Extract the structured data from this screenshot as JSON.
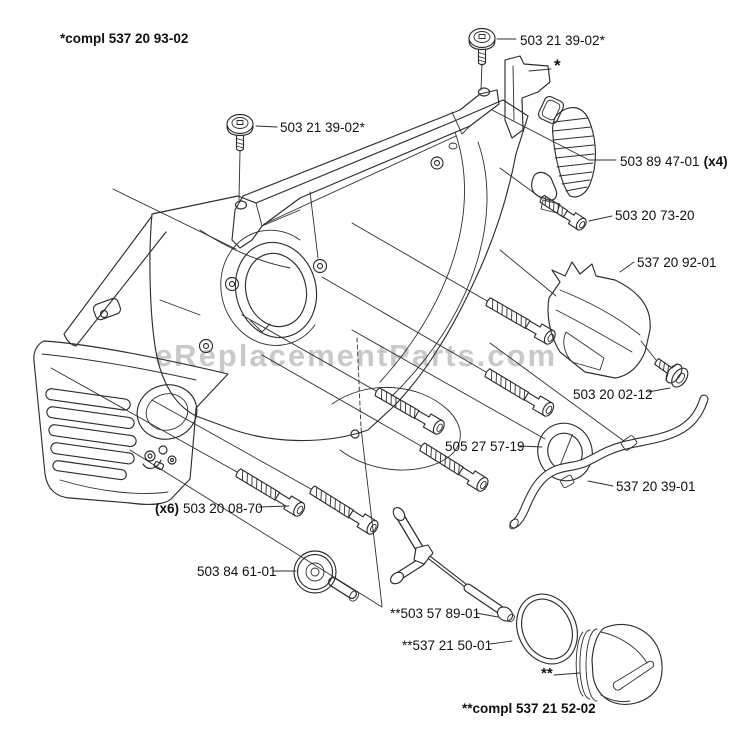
{
  "meta": {
    "type": "exploded-parts-diagram",
    "background_color": "#ffffff",
    "line_color": "#2e2e2e",
    "label_color": "#111111",
    "watermark_color": "#c9c9c9"
  },
  "watermark": "eReplacementParts.com",
  "callouts": {
    "top_assembly": "*compl 537 20 93-02",
    "upper_flange_screw": "503 21 39-02*",
    "bracket_star": "*",
    "left_flange_screw": "503 21 39-02*",
    "damper_num": "503 89 47-01",
    "damper_qty": "(x4)",
    "short_screw": "503 20 73-20",
    "cover": "537 20 92-01",
    "small_screw": "503 20 02-12",
    "seal": "505 27 57-19",
    "fuel_pipe": "537 20 39-01",
    "long_screws_qty": "(x6)",
    "long_screws_num": "503 20 08-70",
    "plug": "503 84 61-01",
    "filter_rod": "**503 57 89-01",
    "o_ring": "**537 21 50-01",
    "cap_star": "**",
    "bottom_assembly": "**compl 537 21 52-02"
  }
}
